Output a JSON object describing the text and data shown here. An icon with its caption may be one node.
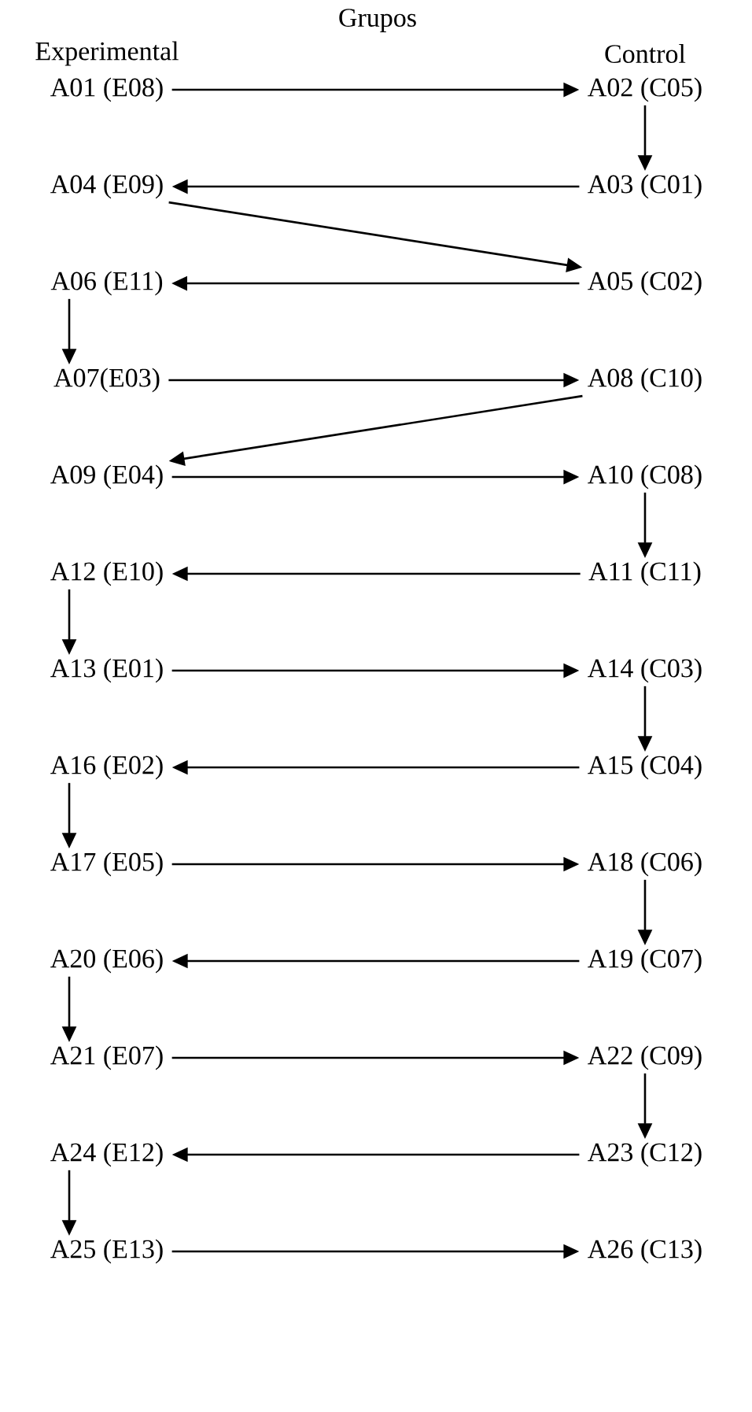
{
  "diagram": {
    "title": "Grupos",
    "labels": [
      "Experimental",
      "Control"
    ],
    "nodes": [
      {
        "text": [
          "A01 (E08)"
        ]
      },
      {
        "text": [
          "A02 (C05)"
        ]
      },
      {
        "text": [
          "A04 (E09)"
        ]
      },
      {
        "text": [
          "A03 (C01)"
        ]
      },
      {
        "text": [
          "A06 (E11)"
        ]
      },
      {
        "text": [
          "A05 (C02)"
        ]
      },
      {
        "text": [
          "A07(E03)"
        ]
      },
      {
        "text": [
          "A08 (C10)"
        ]
      },
      {
        "text": [
          "A09 (E04)"
        ]
      },
      {
        "text": [
          "A10 (C08)"
        ]
      },
      {
        "text": [
          "A12 (E10)"
        ]
      },
      {
        "text": [
          "A11 (C11)"
        ]
      },
      {
        "text": [
          "A13 (E01)"
        ]
      },
      {
        "text": [
          "A14 (C03)"
        ]
      },
      {
        "text": [
          "A16 (E02)"
        ]
      },
      {
        "text": [
          "A15 (C04)"
        ]
      },
      {
        "text": [
          "A17 (E05)"
        ]
      },
      {
        "text": [
          "A18 (C06)"
        ]
      },
      {
        "text": [
          "A20 (E06)"
        ]
      },
      {
        "text": [
          "A19 (C07)"
        ]
      },
      {
        "text": [
          "A21 (E07)"
        ]
      },
      {
        "text": [
          "A22 (C09)"
        ]
      },
      {
        "text": [
          "A24 (E12)"
        ]
      },
      {
        "text": [
          "A23 (C12)"
        ]
      },
      {
        "text": [
          "A25 (E13)"
        ]
      },
      {
        "text": [
          "A26 (C13)"
        ]
      }
    ],
    "edges": [
      {
        "from": 0,
        "to": 1,
        "arrow": "to"
      },
      {
        "from": 1,
        "to": 3,
        "arrow": "to"
      },
      {
        "from": 3,
        "to": 2,
        "arrow": "to"
      },
      {
        "from": 2,
        "to": 5,
        "arrow": "to"
      },
      {
        "from": 5,
        "to": 4,
        "arrow": "to"
      },
      {
        "from": 4,
        "to": 6,
        "arrow": "to"
      },
      {
        "from": 6,
        "to": 7,
        "arrow": "to"
      },
      {
        "from": 7,
        "to": 8,
        "arrow": "to"
      },
      {
        "from": 8,
        "to": 9,
        "arrow": "to"
      },
      {
        "from": 9,
        "to": 11,
        "arrow": "to"
      },
      {
        "from": 11,
        "to": 10,
        "arrow": "to"
      },
      {
        "from": 10,
        "to": 12,
        "arrow": "to"
      },
      {
        "from": 12,
        "to": 13,
        "arrow": "to"
      },
      {
        "from": 13,
        "to": 15,
        "arrow": "to"
      },
      {
        "from": 15,
        "to": 14,
        "arrow": "to"
      },
      {
        "from": 14,
        "to": 16,
        "arrow": "to"
      },
      {
        "from": 16,
        "to": 17,
        "arrow": "to"
      },
      {
        "from": 17,
        "to": 19,
        "arrow": "to"
      },
      {
        "from": 19,
        "to": 18,
        "arrow": "to"
      },
      {
        "from": 18,
        "to": 20,
        "arrow": "to"
      },
      {
        "from": 20,
        "to": 21,
        "arrow": "to"
      },
      {
        "from": 21,
        "to": 23,
        "arrow": "to"
      },
      {
        "from": 23,
        "to": 22,
        "arrow": "to"
      },
      {
        "from": 22,
        "to": 24,
        "arrow": "to"
      },
      {
        "from": 24,
        "to": 25,
        "arrow": "to"
      }
    ]
  }
}
